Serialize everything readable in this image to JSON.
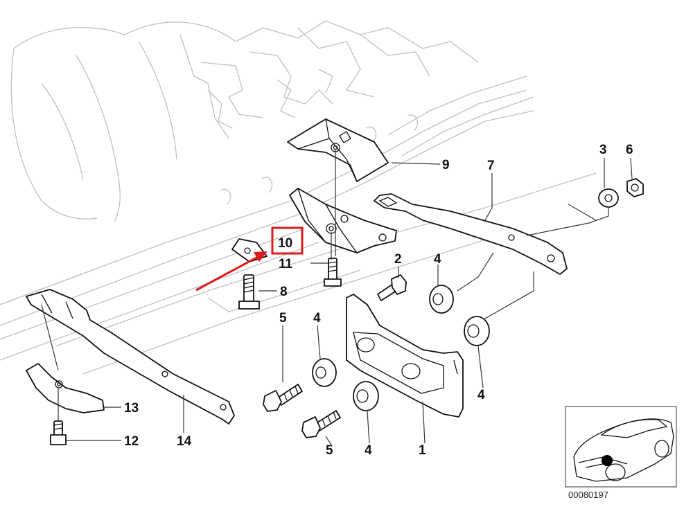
{
  "callouts": {
    "c1": "1",
    "c2": "2",
    "c3": "3",
    "c4a": "4",
    "c4b": "4",
    "c4c": "4",
    "c4d": "4",
    "c5a": "5",
    "c5b": "5",
    "c6": "6",
    "c7": "7",
    "c8": "8",
    "c9": "9",
    "c10": "10",
    "c11": "11",
    "c12": "12",
    "c13": "13",
    "c14": "14"
  },
  "inset": {
    "reference_number": "00080197"
  },
  "highlight": {
    "color": "#e01a1a",
    "target": "10"
  }
}
